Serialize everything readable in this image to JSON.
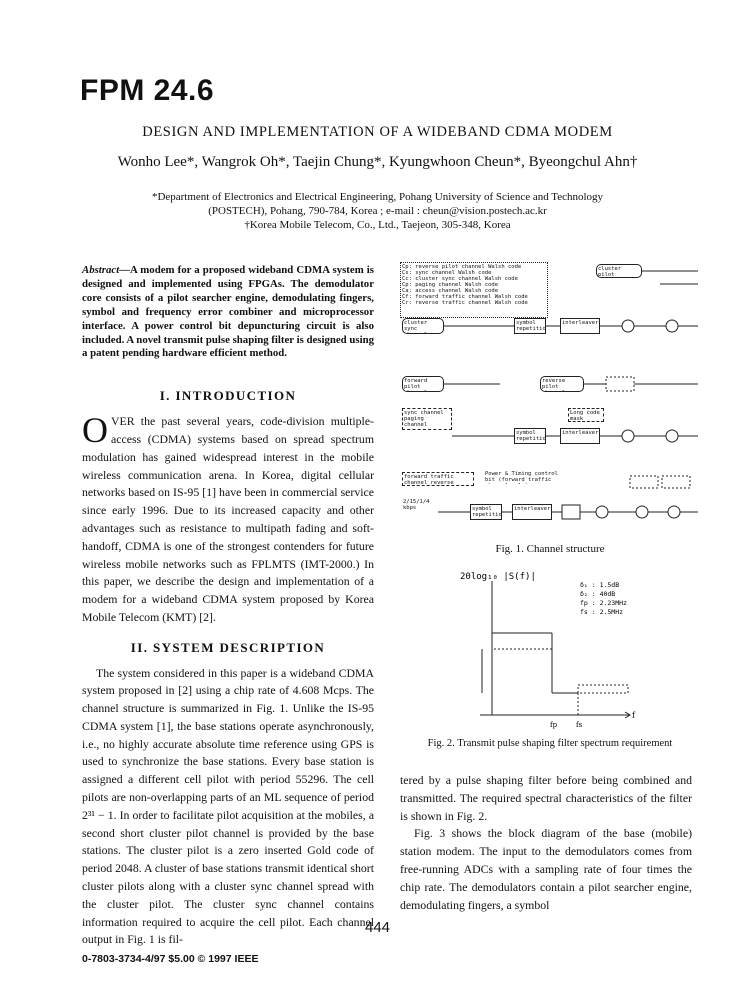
{
  "header": {
    "session": "FPM 24.6",
    "title": "DESIGN AND IMPLEMENTATION OF A WIDEBAND CDMA MODEM",
    "authors": "Wonho Lee*, Wangrok Oh*, Taejin Chung*, Kyungwhoon Cheun*, Byeongchul Ahn†",
    "affiliations": [
      "*Department of Electronics and Electrical Engineering, Pohang University of Science and Technology",
      "(POSTECH), Pohang, 790-784, Korea ; e-mail : cheun@vision.postech.ac.kr",
      "†Korea Mobile Telecom, Co., Ltd., Taejeon, 305-348, Korea"
    ]
  },
  "abstract": {
    "lead": "Abstract—",
    "text": "A modem for a proposed wideband CDMA system is designed and implemented using FPGAs. The demodulator core consists of a pilot searcher engine, demodulating fingers, symbol and frequency error combiner and microprocessor interface. A power control bit depuncturing circuit is also included. A novel transmit pulse shaping filter is designed using a patent pending hardware efficient method."
  },
  "introduction": {
    "heading": "I. INTRODUCTION",
    "dropcap": "O",
    "text": "VER the past several years, code-division multiple-access (CDMA) systems based on spread spectrum modulation has gained widespread interest in the mobile wireless communication arena. In Korea, digital cellular networks based on IS-95 [1] have been in commercial service since early 1996. Due to its increased capacity and other advantages such as resistance to multipath fading and soft-handoff, CDMA is one of the strongest contenders for future wireless mobile networks such as FPLMTS (IMT-2000.) In this paper, we describe the design and implementation of a modem for a wideband CDMA system proposed by Korea Mobile Telecom (KMT) [2]."
  },
  "system": {
    "heading": "II. SYSTEM DESCRIPTION",
    "text": "The system considered in this paper is a wideband CDMA system proposed in [2] using a chip rate of 4.608 Mcps. The channel structure is summarized in Fig. 1. Unlike the IS-95 CDMA system [1], the base stations operate asynchronously, i.e., no highly accurate absolute time reference using GPS is used to synchronize the base stations. Every base station is assigned a different cell pilot with period 55296. The cell pilots are non-overlapping parts of an ML sequence of period 2³¹ − 1. In order to facilitate pilot acquisition at the mobiles, a second short cluster pilot channel is provided by the base stations. The cluster pilot is a zero inserted Gold code of period 2048. A cluster of base stations transmit identical short cluster pilots along with a cluster sync channel spread with the cluster pilot. The cluster sync channel contains information required to acquire the cell pilot. Each channel output in Fig. 1 is fil-",
    "continuation": "tered by a pulse shaping filter before being combined and transmitted. The required spectral characteristics of the filter is shown in Fig. 2.",
    "fig3_par": "Fig. 3 shows the block diagram of the base (mobile) station modem. The input to the demodulators comes from free-running ADCs with a sampling rate of four times the chip rate. The demodulators contain a pilot searcher engine, demodulating fingers, a symbol"
  },
  "figure1": {
    "caption": "Fig. 1.  Channel structure",
    "legend": [
      "Cp: reverse pilot channel Walsh code",
      "Cs: sync channel Walsh code",
      "Cc: cluster sync channel Walsh code",
      "Cp: paging channel Walsh code",
      "Ca: access channel Walsh code",
      "Cf: forward traffic channel Walsh code",
      "Cr: reverse traffic channel Walsh code"
    ],
    "blocks": {
      "cluster_pilot": "cluster pilot channel",
      "cluster_sync": "cluster sync channel",
      "forward_pilot": "forward pilot channel",
      "reverse_pilot": "reverse pilot channel",
      "sync_paging_access": "sync channel paging channel access channel",
      "traffic": "forward traffic channel reverse traffic channel",
      "symbol_rep": "symbol repetition",
      "interleaver": "interleaver",
      "long_code": "Long code mask",
      "rate": "2/15/1/4 kbps",
      "power_timing": "Power & Timing control bit (forward traffic channel only)"
    }
  },
  "figure2": {
    "caption": "Fig. 2.  Transmit pulse shaping filter spectrum requirement",
    "ylabel": "20log₁₀ |S(f)|",
    "params": [
      "δ₁ : 1.5dB",
      "δ₂ : 40dB",
      "fp : 2.23MHz",
      "fs : 2.5MHz"
    ],
    "xlabel": "f",
    "ticks": [
      "fp",
      "fs"
    ]
  },
  "footer": {
    "page": "444",
    "copyright": "0-7803-3734-4/97 $5.00 © 1997 IEEE"
  }
}
